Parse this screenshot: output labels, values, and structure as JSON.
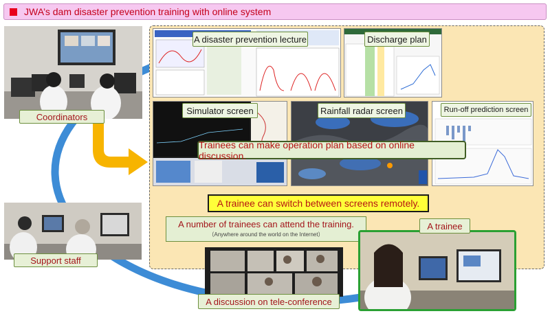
{
  "title": "JWA’s dam disaster prevention training with online system",
  "labels": {
    "coordinators": "Coordinators",
    "support_staff": "Support staff",
    "lecture": "A disaster prevention lecture",
    "discharge": "Discharge plan",
    "simulator": "Simulator screen",
    "radar": "Rainfall radar screen",
    "runoff": "Run-off prediction screen",
    "trainee": "A trainee",
    "discussion": "A discussion on tele-conference"
  },
  "callouts": {
    "operation_plan": "Trainees can make operation plan based on online discussion.",
    "switch_screens": "A trainee can switch between screens remotely.",
    "attend_main": "A number of trainees can attend the training.",
    "attend_sub": "（Anywhere around the world on the Internet）"
  },
  "colors": {
    "title_bg": "#f6c8f0",
    "title_text": "#c4001b",
    "panel_bg": "#fbe6b4",
    "cycle_arrow": "#3d8cd6",
    "flow_arrow": "#f7b400",
    "label_bg": "#e7f0d6",
    "highlight": "#ffff39",
    "trainee_frame": "#2aa033"
  }
}
